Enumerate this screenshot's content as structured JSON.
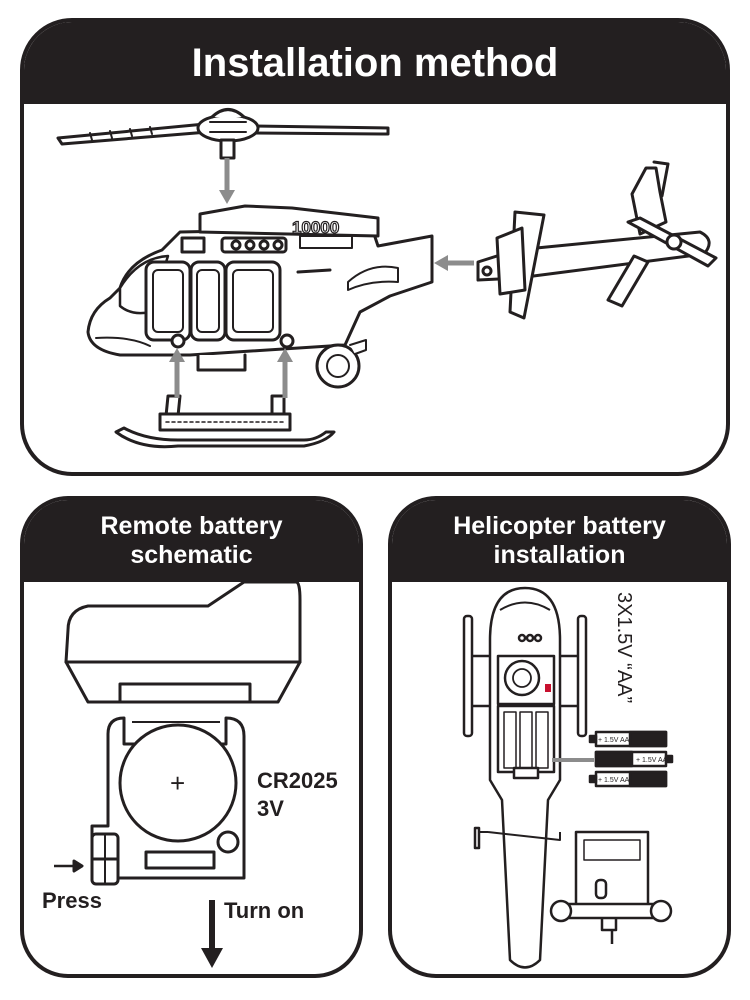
{
  "sections": {
    "installation": {
      "title": "Installation method",
      "model_number": "10000"
    },
    "remote": {
      "title_line1": "Remote battery",
      "title_line2": "schematic",
      "battery_type": "CR2025",
      "battery_voltage": "3V",
      "press_label": "Press",
      "turn_on_label": "Turn on",
      "plus_sign": "+"
    },
    "helicopter": {
      "title_line1": "Helicopter battery",
      "title_line2": "installation",
      "battery_spec": "3X1.5V “AA”",
      "cell_label": "+ 1.5V AA"
    }
  },
  "colors": {
    "panel_dark": "#231f20",
    "arrow_gray": "#8c8c8c",
    "line": "#231f20"
  }
}
